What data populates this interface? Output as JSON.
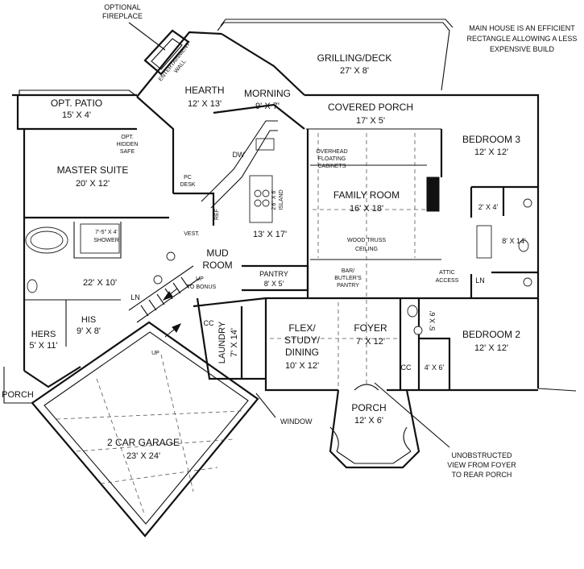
{
  "notes": {
    "optional_fireplace": [
      "OPTIONAL",
      "FIREPLACE"
    ],
    "main_house": [
      "MAIN HOUSE IS AN EFFICIENT",
      "RECTANGLE ALLOWING A LESS",
      "EXPENSIVE BUILD"
    ],
    "unobstructed": [
      "UNOBSTRUCTED",
      "VIEW FROM FOYER",
      "TO REAR PORCH"
    ],
    "window": "WINDOW",
    "entertainment": [
      "ENTERTAINMENT",
      "WALL"
    ]
  },
  "rooms": {
    "grilling": {
      "name": "GRILLING/DECK",
      "dim": "27' X 8'"
    },
    "hearth": {
      "name": "HEARTH",
      "dim": "12' X 13'"
    },
    "morning": {
      "name": "MORNING",
      "dim": "9' X 7'"
    },
    "covered_porch": {
      "name": "COVERED PORCH",
      "dim": "17' X 5'"
    },
    "bedroom3": {
      "name": "BEDROOM 3",
      "dim": "12' X 12'"
    },
    "opt_patio": {
      "name": "OPT. PATIO",
      "dim": "15' X 4'"
    },
    "master": {
      "name": "MASTER SUITE",
      "dim": "20' X 12'"
    },
    "family": {
      "name": "FAMILY ROOM",
      "dim": "16' X 18'"
    },
    "kitchen": {
      "dim": "13' X 17'"
    },
    "mud": {
      "name1": "MUD",
      "name2": "ROOM"
    },
    "pantry": {
      "name": "PANTRY",
      "dim": "8' X 5'"
    },
    "bath": {
      "dim": "22' X 10'"
    },
    "his": {
      "name": "HIS",
      "dim": "9' X 8'"
    },
    "hers": {
      "name": "HERS",
      "dim": "5' X 11'"
    },
    "laundry": {
      "name": "LAUNDRY",
      "dim": "7' X 14'"
    },
    "flex": {
      "l1": "FLEX/",
      "l2": "STUDY/",
      "l3": "DINING",
      "dim": "10' X 12'"
    },
    "foyer": {
      "name": "FOYER",
      "dim": "7' X 12'"
    },
    "bedroom2": {
      "name": "BEDROOM 2",
      "dim": "12' X 12'"
    },
    "porch_front": {
      "name": "PORCH",
      "dim": "12' X 6'"
    },
    "porch_side": {
      "name": "PORCH"
    },
    "garage": {
      "name": "2 CAR GARAGE",
      "dim": "23' X 24'"
    }
  },
  "small_labels": {
    "opt_hidden_safe": [
      "OPT.",
      "HIDDEN",
      "SAFE"
    ],
    "pc_desk": [
      "PC",
      "DESK"
    ],
    "dw": "DW",
    "ref": "REF",
    "island": [
      "2'6\" X 6'",
      "ISLAND"
    ],
    "overhead": [
      "OVERHEAD",
      "FLOATING",
      "CABINETS"
    ],
    "wood_truss": [
      "WOOD TRUSS",
      "CEILING"
    ],
    "bar": [
      "BAR/",
      "BUTLER'S",
      "PANTRY"
    ],
    "attic": [
      "ATTIC",
      "ACCESS"
    ],
    "vest": "VEST.",
    "shower": [
      "7'-5\" X 4'",
      "SHOWER"
    ],
    "up_bonus": [
      "UP",
      "TO BONUS"
    ],
    "up": "UP",
    "ln": "LN",
    "cc": "CC",
    "closet_2x4": "2' X 4'",
    "closet_8x14": "8' X 14'",
    "closet_5x6": "5' X 6'",
    "closet_4x6": "4' X 6'"
  }
}
